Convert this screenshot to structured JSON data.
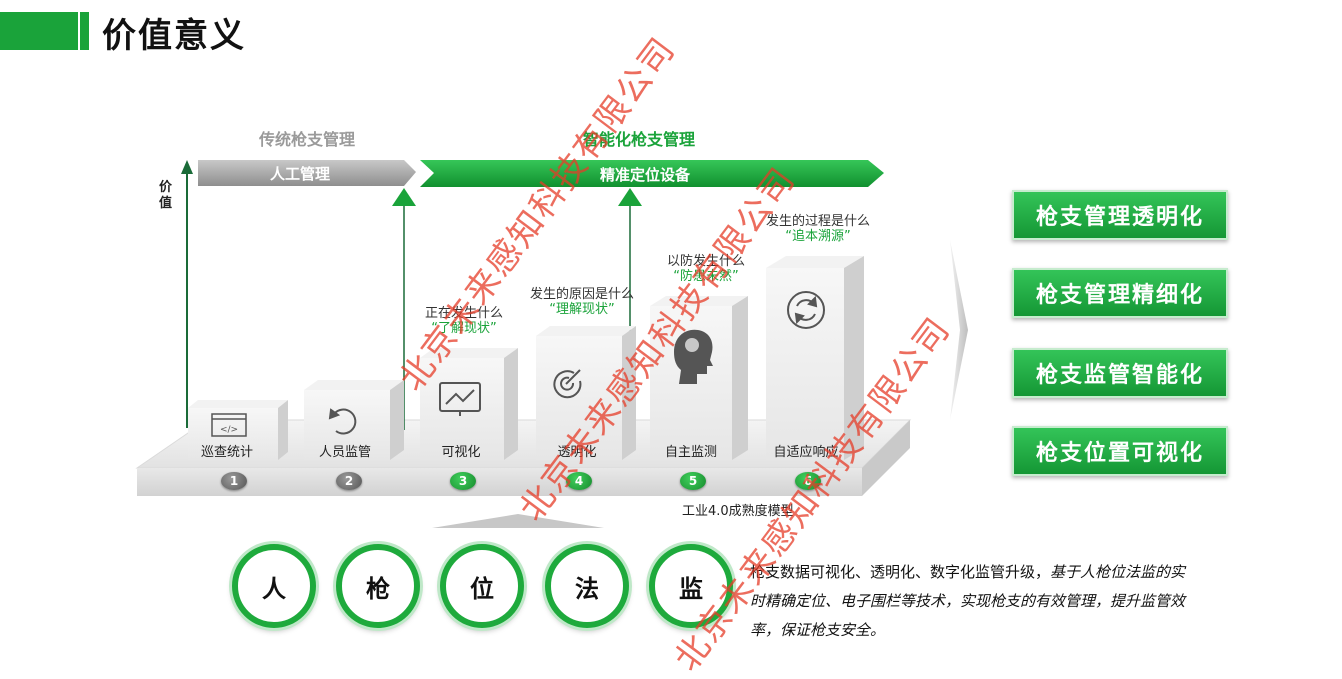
{
  "page": {
    "title": "价值意义"
  },
  "phases": {
    "traditional": "传统枪支管理",
    "smart": "智能化枪支管理",
    "manual_arrow": "人工管理",
    "device_arrow": "精准定位设备"
  },
  "axis_label": "价\n值",
  "columns": [
    {
      "num": "1",
      "label": "巡查统计",
      "stage": "gray"
    },
    {
      "num": "2",
      "label": "人员监管",
      "stage": "gray"
    },
    {
      "num": "3",
      "label": "可视化",
      "stage": "green",
      "q": "正在发生什么",
      "em": "“了解现状”"
    },
    {
      "num": "4",
      "label": "透明化",
      "stage": "green",
      "q": "发生的原因是什么",
      "em": "“理解现状”"
    },
    {
      "num": "5",
      "label": "自主监测",
      "stage": "green",
      "q": "以防发生什么",
      "em": "“防患未然”"
    },
    {
      "num": "6",
      "label": "自适应响应",
      "stage": "green",
      "q": "发生的过程是什么",
      "em": "“追本溯源”"
    }
  ],
  "model_caption": "工业4.0成熟度模型",
  "right_buttons": [
    "枪支管理透明化",
    "枪支管理精细化",
    "枪支监管智能化",
    "枪支位置可视化"
  ],
  "circles": [
    "人",
    "枪",
    "位",
    "法",
    "监"
  ],
  "description": {
    "plain": "枪支数据可视化、透明化、数字化监管升级，",
    "italic": "基于人枪位法监的实时精确定位、电子围栏等技术，实现枪支的有效管理，提升监管效率，保证枪支安全。"
  },
  "watermark": "北京未来感知科技有限公司",
  "colors": {
    "green": "#1aa33a",
    "gray": "#a0a0a0",
    "watermark": "#e63c28"
  }
}
